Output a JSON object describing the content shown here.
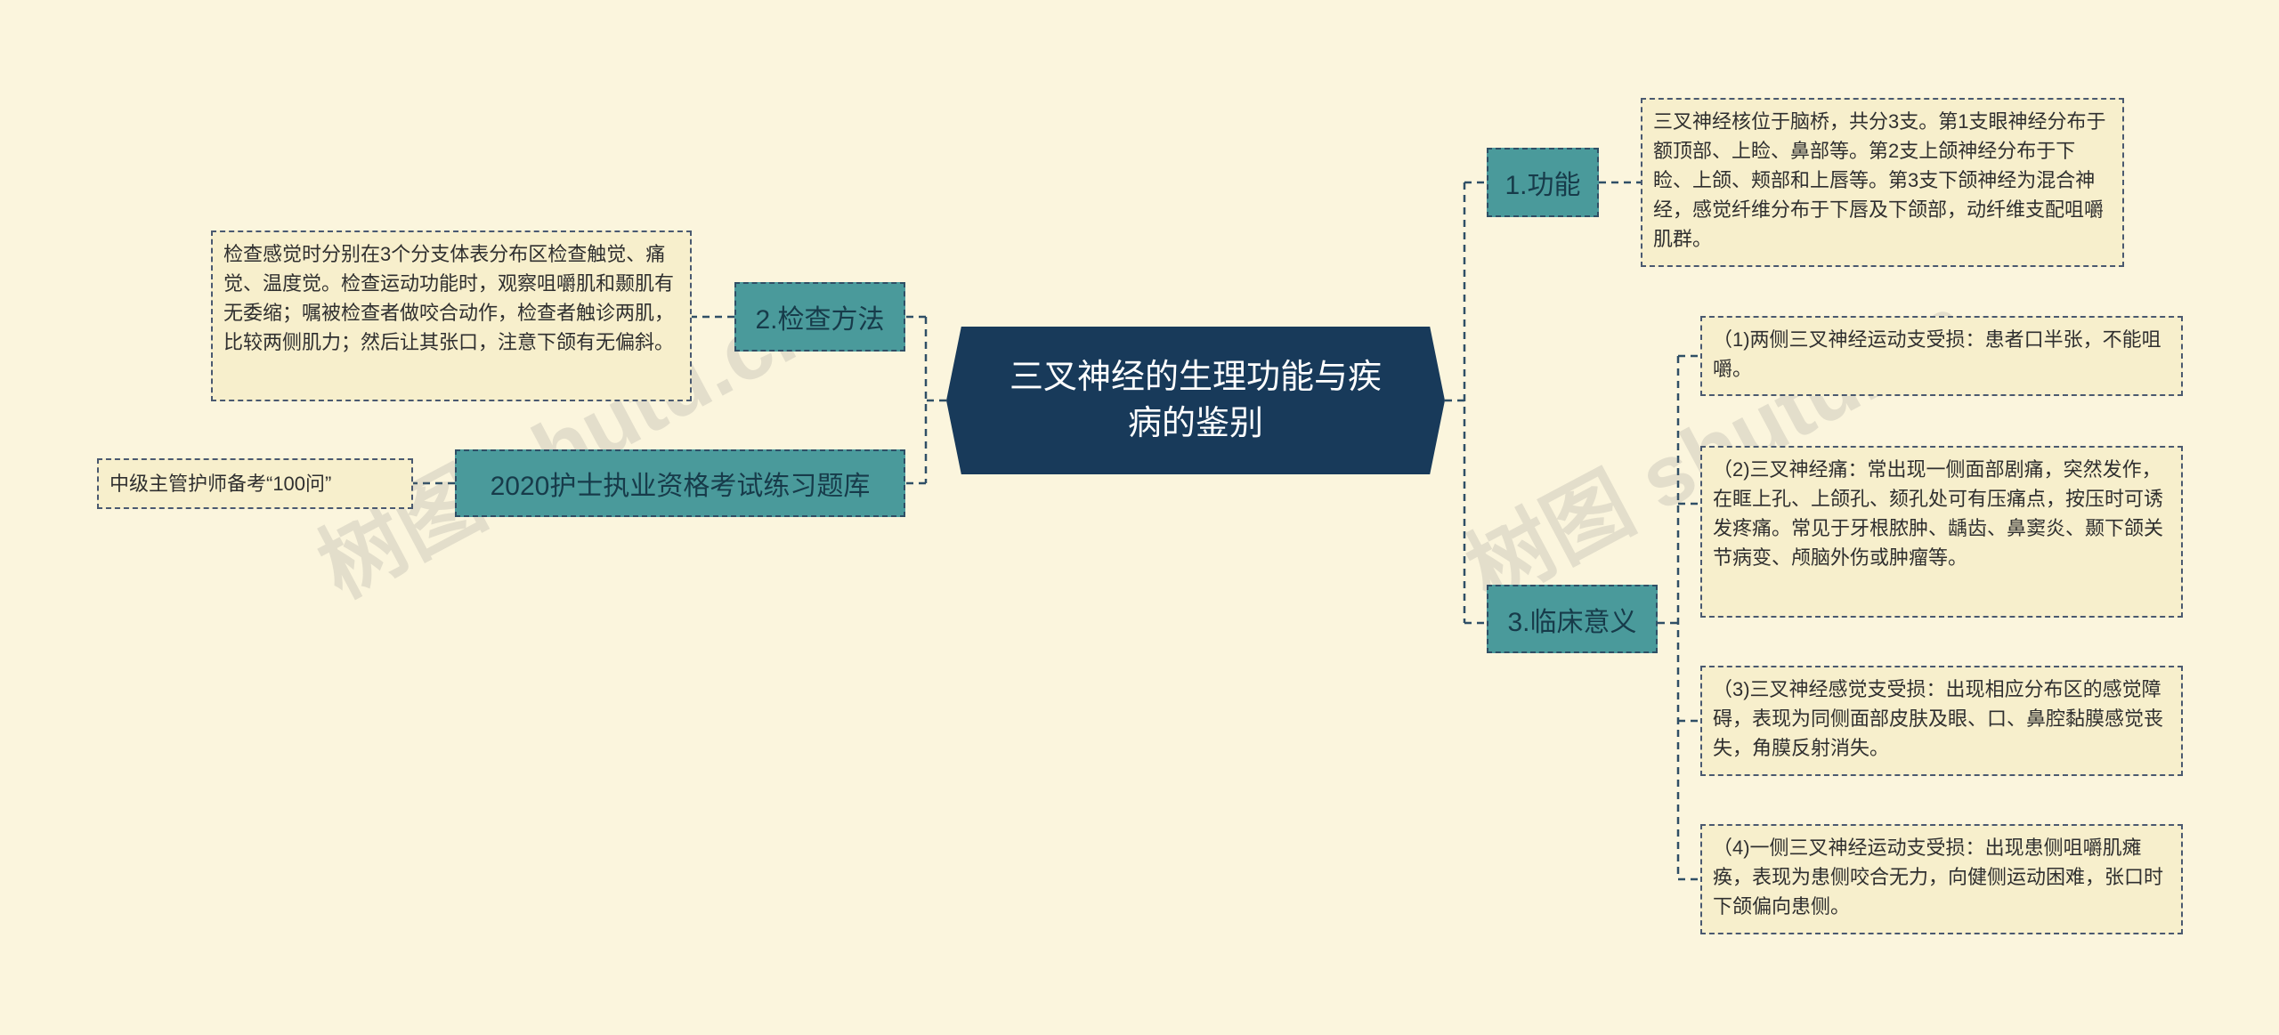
{
  "root": {
    "line1": "三叉神经的生理功能与疾",
    "line2": "病的鉴别"
  },
  "branches": {
    "function": {
      "label": "1.功能",
      "text": "三叉神经核位于脑桥，共分3支。第1支眼神经分布于额顶部、上睑、鼻部等。第2支上颌神经分布于下睑、上颌、颊部和上唇等。第3支下颌神经为混合神经，感觉纤维分布于下唇及下颌部，动纤维支配咀嚼肌群。"
    },
    "exam": {
      "label": "2.检查方法",
      "text": "检查感觉时分别在3个分支体表分布区检查触觉、痛觉、温度觉。检查运动功能时，观察咀嚼肌和颞肌有无委缩；嘱被检查者做咬合动作，检查者触诊两肌，比较两侧肌力；然后让其张口，注意下颌有无偏斜。"
    },
    "bank": {
      "label": "2020护士执业资格考试练习题库",
      "text": "中级主管护师备考“100问”"
    },
    "clinical": {
      "label": "3.临床意义",
      "items": [
        "（1)两侧三叉神经运动支受损：患者口半张，不能咀嚼。",
        "（2)三叉神经痛：常出现一侧面部剧痛，突然发作，在眶上孔、上颌孔、颏孔处可有压痛点，按压时可诱发疼痛。常见于牙根脓肿、龋齿、鼻窦炎、颞下颌关节病变、颅脑外伤或肿瘤等。",
        "（3)三叉神经感觉支受损：出现相应分布区的感觉障碍，表现为同侧面部皮肤及眼、口、鼻腔黏膜感觉丧失，角膜反射消失。",
        "（4)一侧三叉神经运动支受损：出现患侧咀嚼肌瘫痪，表现为患侧咬合无力，向健侧运动困难，张口时下颌偏向患侧。"
      ]
    }
  },
  "watermarks": [
    "树图 shutu.cn",
    "树图 shutu.cn"
  ],
  "colors": {
    "background": "#fbf5dd",
    "root": "#183a5a",
    "branch": "#4a9a9b",
    "leaf": "#f7efcc",
    "line": "#2f4f66"
  }
}
